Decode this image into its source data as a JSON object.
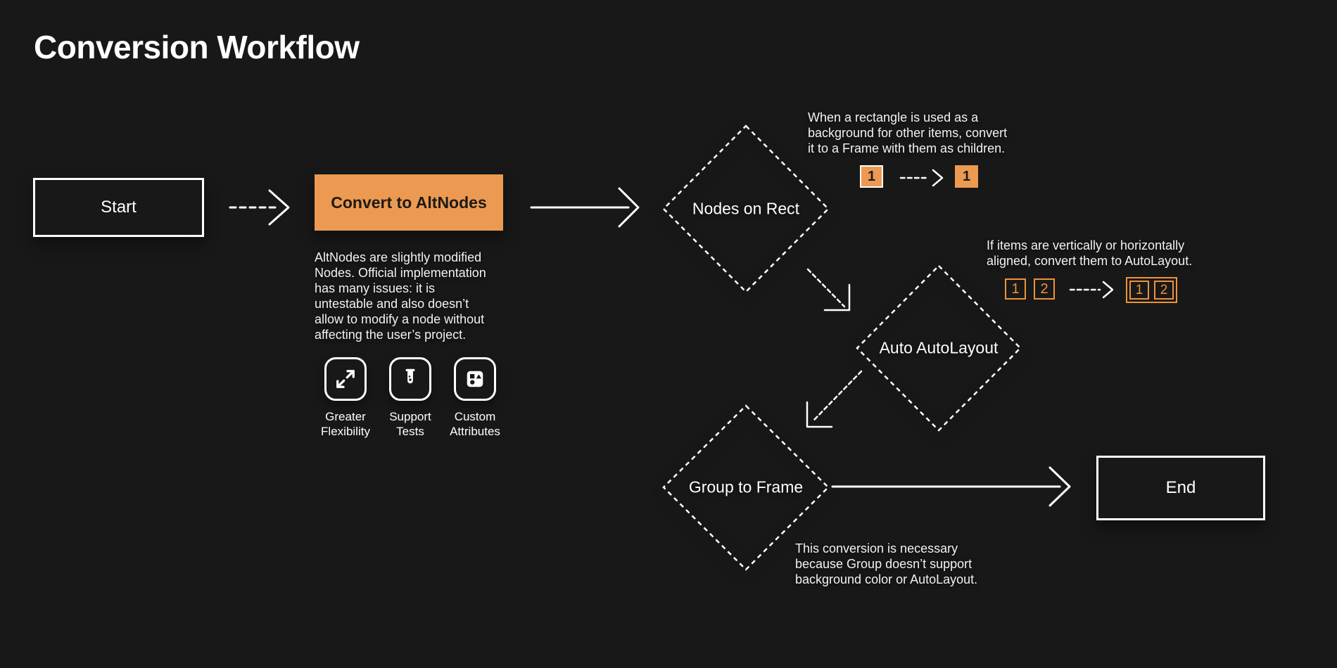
{
  "title": "Conversion Workflow",
  "colors": {
    "bg": "#181818",
    "ink": "#ffffff",
    "ink-dark": "#1d1a14",
    "accent": "#ec9a52",
    "accent-border": "#ee9239",
    "note": "#f2f2f2"
  },
  "flow": {
    "start": {
      "label": "Start"
    },
    "convert": {
      "label": "Convert to AltNodes",
      "description_lines": [
        "AltNodes are slightly modified",
        "Nodes. Official implementation",
        "has many issues: it is",
        "untestable and also doesn’t",
        "allow to modify a node without",
        "affecting the user’s project."
      ]
    },
    "features": [
      {
        "icon": "expand-icon",
        "label_lines": [
          "Greater",
          "Flexibility"
        ]
      },
      {
        "icon": "test-tube-icon",
        "label_lines": [
          "Support",
          "Tests"
        ]
      },
      {
        "icon": "shapes-icon",
        "label_lines": [
          "Custom",
          "Attributes"
        ]
      }
    ],
    "nodes_on_rect": {
      "label": "Nodes on Rect",
      "note_lines": [
        "When a rectangle is used as a",
        "background for other items, convert",
        "it to a Frame with them as children."
      ],
      "example": {
        "before": "1",
        "after": "1"
      }
    },
    "auto_autolayout": {
      "label": "Auto AutoLayout",
      "note_lines": [
        "If items are vertically or horizontally",
        "aligned, convert them to AutoLayout."
      ],
      "example": {
        "before": [
          "1",
          "2"
        ],
        "after": [
          "1",
          "2"
        ]
      }
    },
    "group_to_frame": {
      "label": "Group to Frame",
      "note_lines": [
        "This conversion is necessary",
        "because Group doesn’t support",
        "background color or AutoLayout."
      ]
    },
    "end": {
      "label": "End"
    }
  }
}
